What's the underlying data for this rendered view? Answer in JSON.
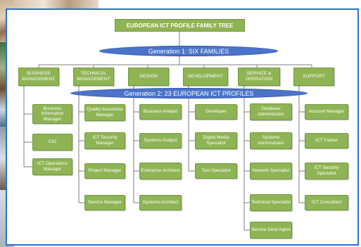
{
  "title": "EUROPEAN ICT PROFILE FAMILY TREE",
  "generation1": "Generation 1: SIX FAMILIES",
  "generation2": "Generation 2: 23 EUROPEAN ICT PROFILES",
  "families": [
    {
      "name": "BUSINESS MANAGEMENT",
      "profiles": [
        "Business Information Manager",
        "CIO",
        "ICT Operations Manager"
      ]
    },
    {
      "name": "TECHNICAL MANAGEMENT",
      "profiles": [
        "Quality Assurance Manager",
        "ICT Security Manager",
        "Project Manager",
        "Service Manager"
      ]
    },
    {
      "name": "DESIGN",
      "profiles": [
        "Business Analyst",
        "Systems Analyst",
        "Enterprise Architect",
        "Systems Architect"
      ]
    },
    {
      "name": "DEVELOPMENT",
      "profiles": [
        "Developer",
        "Digital Media Specialist",
        "Test Specialist"
      ]
    },
    {
      "name": "SERVICE & OPERATION",
      "profiles": [
        "Database Administrator",
        "Systems Administrator",
        "Network Specialist",
        "Technical Specialist",
        "Service Desk Agent"
      ]
    },
    {
      "name": "SUPPORT",
      "profiles": [
        "Account Manager",
        "ICT Trainer",
        "ICT Security Specialist",
        "ICT Consultant"
      ]
    }
  ],
  "colors": {
    "node_fill": "#8fb454",
    "ellipse_fill": "#4a73c9",
    "frame": "#2d6fd6",
    "connector": "#7f7f7f"
  }
}
